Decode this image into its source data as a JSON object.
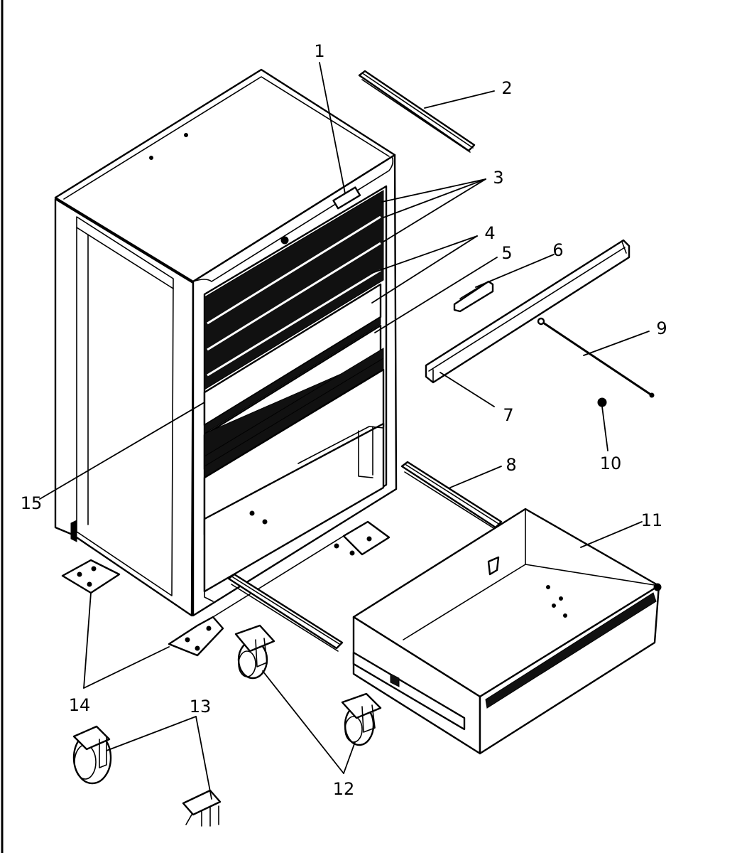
{
  "diagram": {
    "labels": {
      "p1": "1",
      "p2": "2",
      "p3": "3",
      "p4": "4",
      "p5": "5",
      "p6": "6",
      "p7": "7",
      "p8": "8",
      "p9": "9",
      "p10": "10",
      "p11": "11",
      "p12": "12",
      "p13": "13",
      "p14": "14",
      "p15": "15"
    }
  }
}
